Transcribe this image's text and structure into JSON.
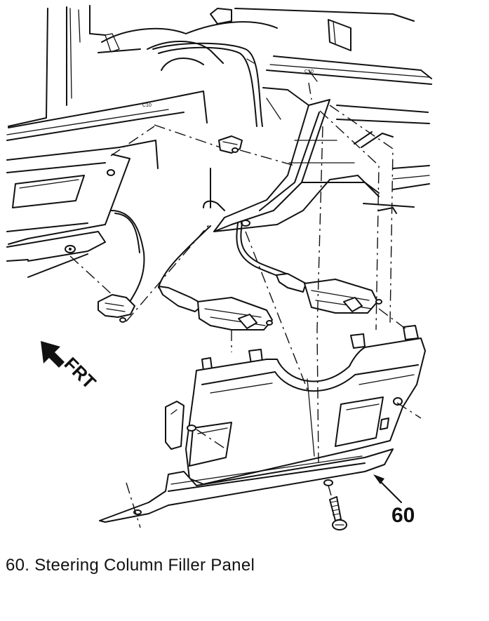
{
  "diagram": {
    "callout_number": "60",
    "frt_label": "FRT",
    "tiny_label": "C10"
  },
  "caption": {
    "text": "60.  Steering Column Filler Panel"
  }
}
